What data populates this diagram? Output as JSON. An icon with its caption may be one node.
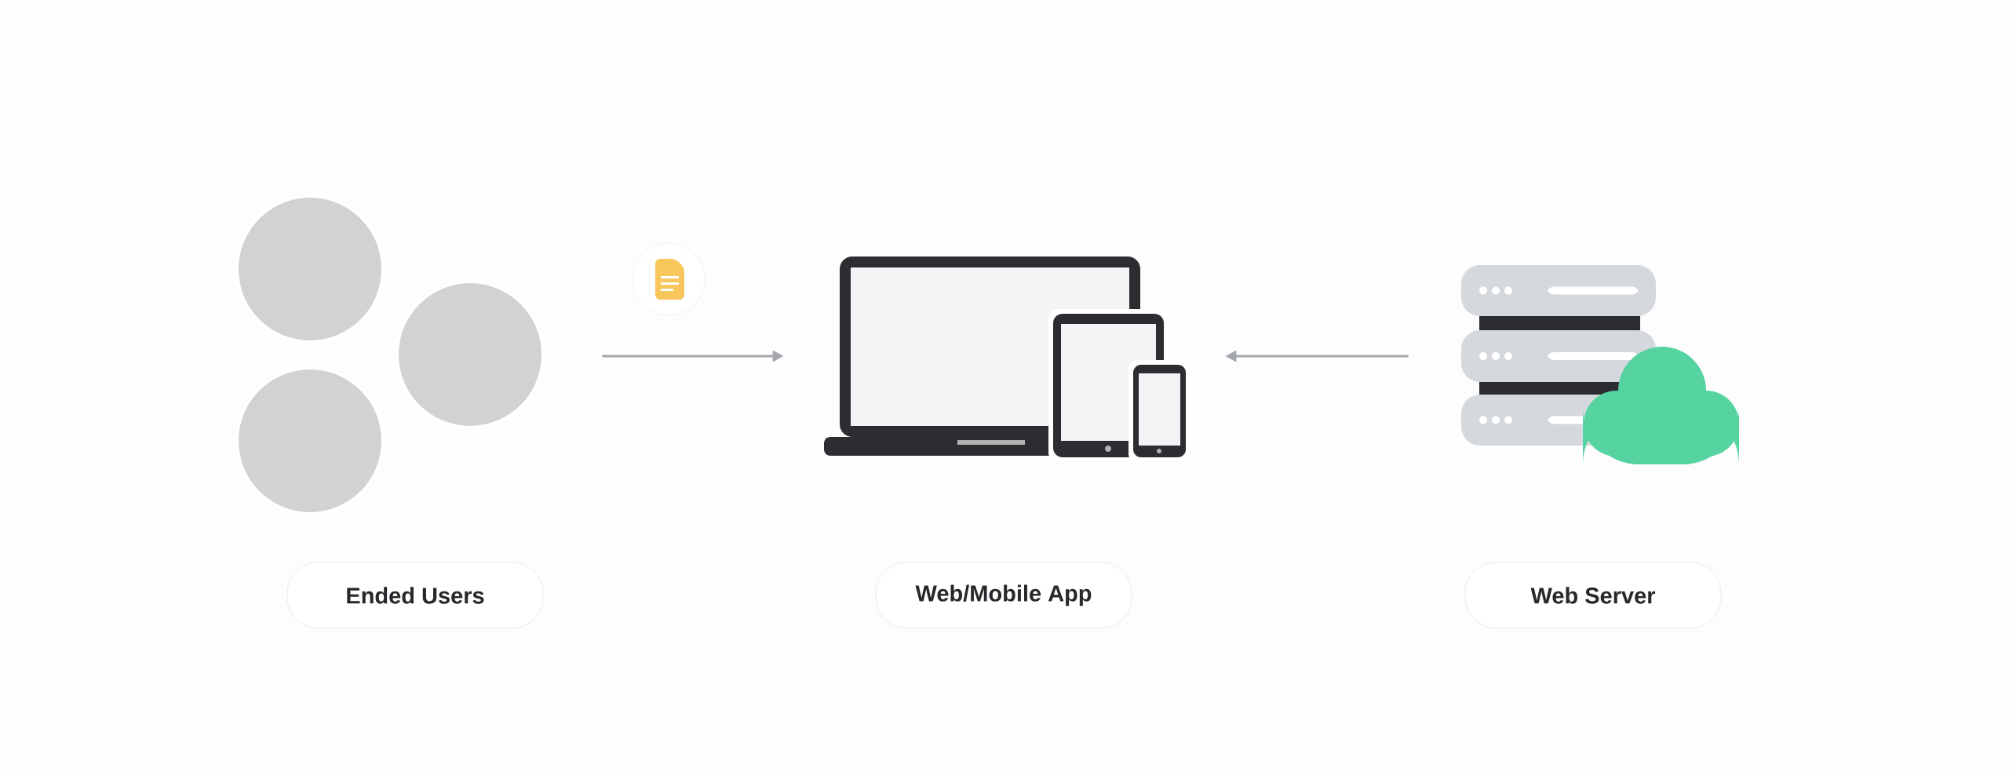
{
  "diagram": {
    "nodes": [
      {
        "text": [],
        "shape": "picture"
      },
      {
        "text": [],
        "shape": "picture"
      },
      {
        "text": [],
        "shape": "picture"
      },
      {
        "text": [
          "Ended Users"
        ]
      },
      {
        "text": [
          "Web/Mobile App"
        ]
      },
      {
        "text": [
          "Web Server"
        ]
      }
    ],
    "edges": [
      {
        "from": 0,
        "to": 1,
        "arrow": "to"
      },
      {
        "from": 2,
        "to": 1,
        "arrow": "to"
      }
    ]
  }
}
